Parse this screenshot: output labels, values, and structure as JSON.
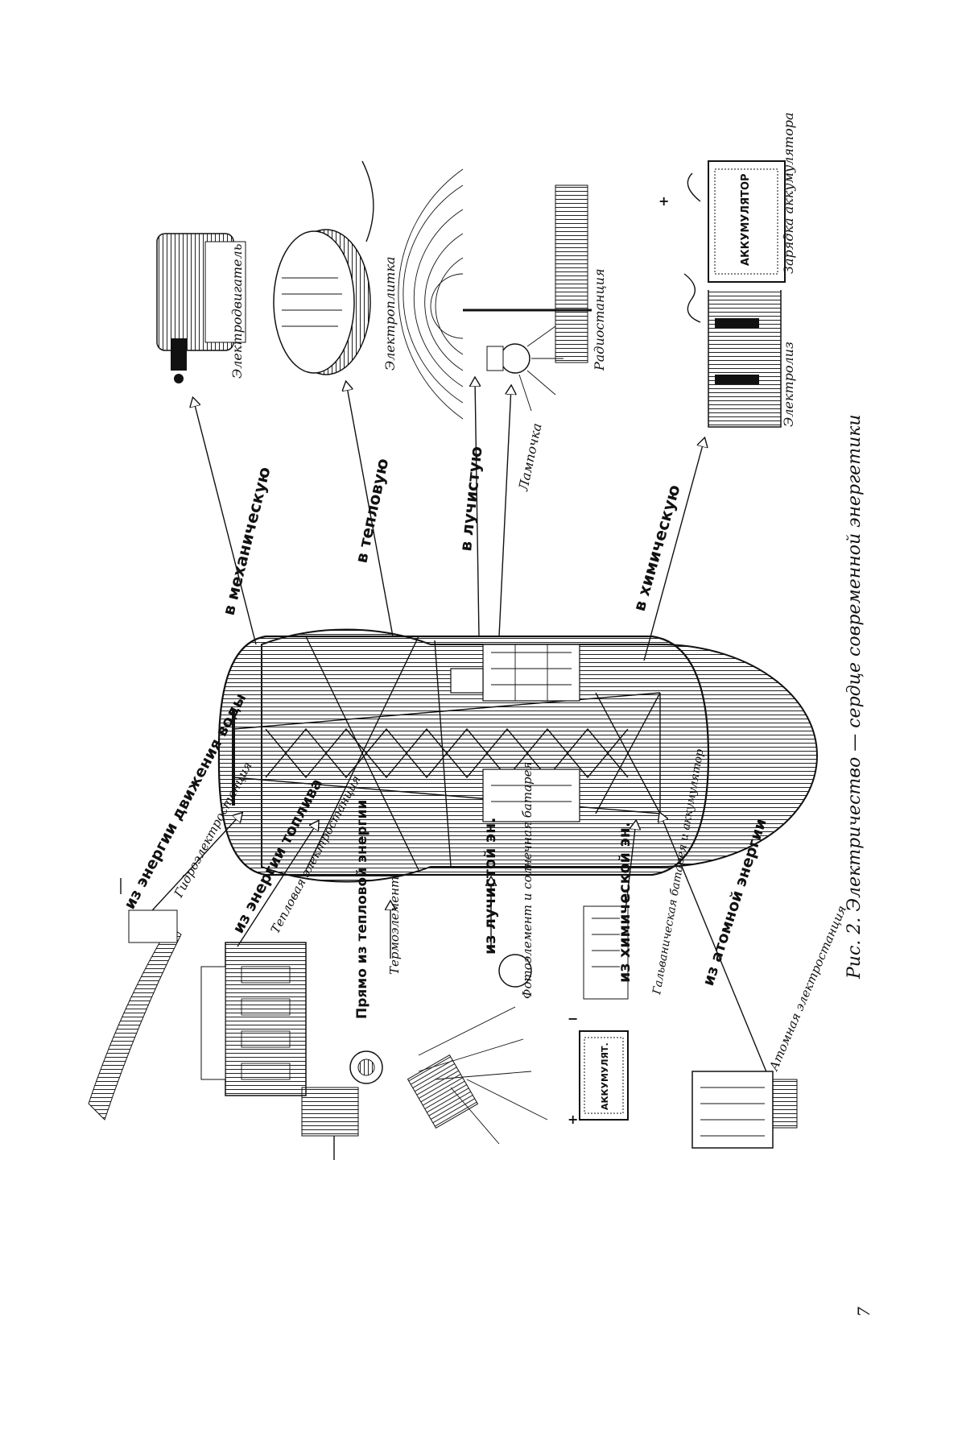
{
  "caption": "Рис. 2. Электричество — сердце современной энергетики",
  "page_number": "7",
  "inputs": [
    {
      "id": "water",
      "label": "из энергии движения воды",
      "sub": "Гидроэлектростанция"
    },
    {
      "id": "fuel",
      "label": "из энергии топлива",
      "sub": "Тепловая электростанция"
    },
    {
      "id": "heat",
      "label": "Прямо из тепловой энергии",
      "sub": "Термоэлемент"
    },
    {
      "id": "light",
      "label": "из лучистой эн.",
      "sub": "Фотоэлемент и солнечная батарея"
    },
    {
      "id": "chem",
      "label": "из химической эн.",
      "sub": "Гальваническая батарея и аккумулятор"
    },
    {
      "id": "atom",
      "label": "из атомной энергии",
      "sub": "Атомная электростанция"
    }
  ],
  "outputs": [
    {
      "id": "mech",
      "label": "в механическую",
      "sub": "Электродвигатель"
    },
    {
      "id": "thermal",
      "label": "в тепловую",
      "sub": "Электроплитка"
    },
    {
      "id": "radiant",
      "label": "в лучистую",
      "sub": "Лампочка",
      "sub2": "Радиостанция"
    },
    {
      "id": "chemical",
      "label": "в химическую",
      "sub": "Электролиз",
      "sub2": "Зарядка аккумулятора"
    }
  ],
  "accumulator_text": "АККУМУЛЯТ.",
  "accumulator_text2": "АККУМУЛЯТОР"
}
